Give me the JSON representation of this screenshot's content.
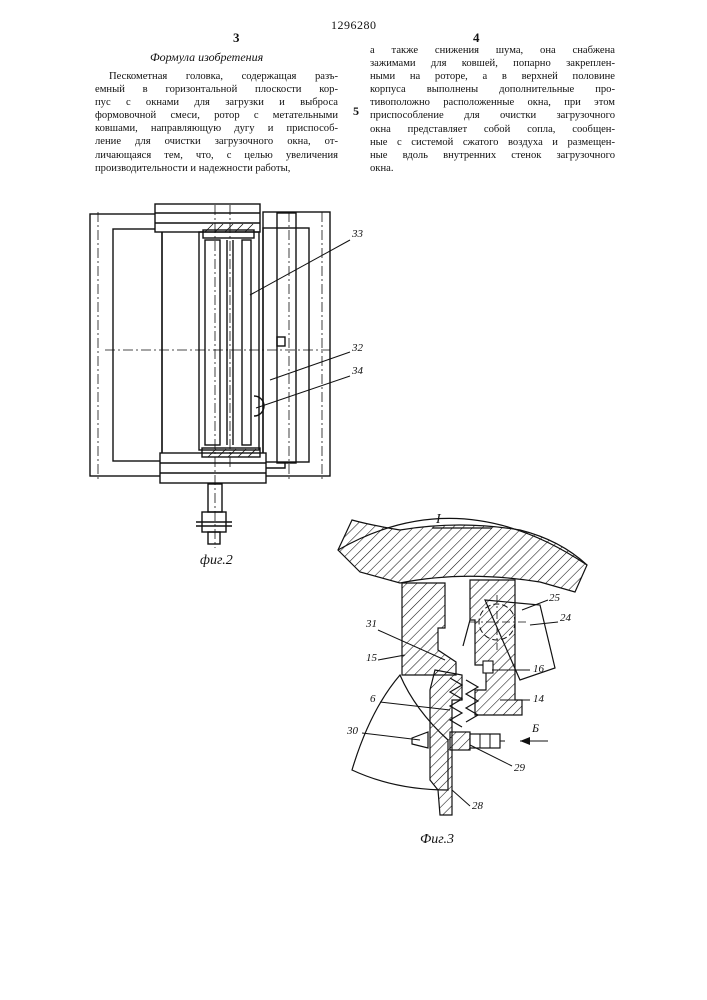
{
  "header": {
    "left_column_number": "3",
    "patent_number": "1296280",
    "right_column_number": "4"
  },
  "left_column": {
    "heading": "Формула изобретения",
    "lines": [
      "Пескометная головка, содержащая разъ-",
      "емный в горизонтальной плоскости кор-",
      "пус с окнами для загрузки и выброса",
      "формовочной смеси, ротор с метательными",
      "ковшами, направляющую дугу и приспособ-",
      "ление для очистки загрузочного окна, от-",
      "личающаяся тем, что, с целью увеличения",
      "производительности и надежности работы,"
    ]
  },
  "margin_line_number": "5",
  "right_column": {
    "lines": [
      "а также снижения шума, она снабжена",
      "зажимами для ковшей, попарно закреплен-",
      "ными на роторе, а в верхней половине",
      "корпуса выполнены дополнительные про-",
      "тивоположно расположенные окна, при этом",
      "приспособление для очистки загрузочного",
      "окна представляет собой сопла, сообщен-",
      "ные с системой сжатого воздуха и размещен-",
      "ные вдоль внутренних стенок загрузочного",
      "окна."
    ]
  },
  "figure2": {
    "caption": "фиг.2",
    "labels": {
      "l33": "33",
      "l32": "32",
      "l34": "34"
    }
  },
  "figure3": {
    "caption": "Фиг.3",
    "title": "I",
    "labels": {
      "l25": "25",
      "l24": "24",
      "l31": "31",
      "l15": "15",
      "l16": "16",
      "l14": "14",
      "l6": "6",
      "l30": "30",
      "l29": "29",
      "l28": "28",
      "lB": "Б"
    }
  }
}
